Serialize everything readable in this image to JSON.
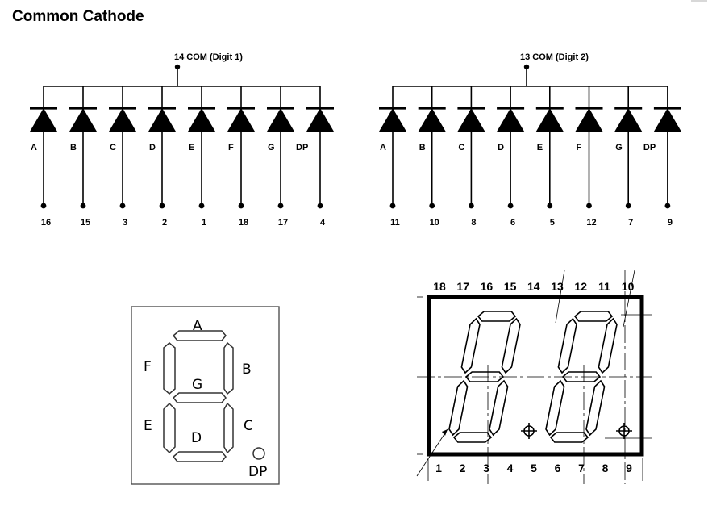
{
  "title": "Common Cathode",
  "schematics": [
    {
      "com_label": "14 COM (Digit 1)",
      "segments": [
        {
          "name": "A",
          "pin": "16"
        },
        {
          "name": "B",
          "pin": "15"
        },
        {
          "name": "C",
          "pin": "3"
        },
        {
          "name": "D",
          "pin": "2"
        },
        {
          "name": "E",
          "pin": "1"
        },
        {
          "name": "F",
          "pin": "18"
        },
        {
          "name": "G",
          "pin": "17"
        },
        {
          "name": "DP",
          "pin": "4"
        }
      ]
    },
    {
      "com_label": "13 COM (Digit 2)",
      "segments": [
        {
          "name": "A",
          "pin": "11"
        },
        {
          "name": "B",
          "pin": "10"
        },
        {
          "name": "C",
          "pin": "8"
        },
        {
          "name": "D",
          "pin": "6"
        },
        {
          "name": "E",
          "pin": "5"
        },
        {
          "name": "F",
          "pin": "12"
        },
        {
          "name": "G",
          "pin": "7"
        },
        {
          "name": "DP",
          "pin": "9"
        }
      ]
    }
  ],
  "segment_diagram": {
    "labels": {
      "A": "A",
      "B": "B",
      "C": "C",
      "D": "D",
      "E": "E",
      "F": "F",
      "G": "G",
      "DP": "DP"
    }
  },
  "package_drawing": {
    "top_pins": [
      "18",
      "17",
      "16",
      "15",
      "14",
      "13",
      "12",
      "11",
      "10"
    ],
    "bottom_pins": [
      "1",
      "2",
      "3",
      "4",
      "5",
      "6",
      "7",
      "8",
      "9"
    ]
  }
}
